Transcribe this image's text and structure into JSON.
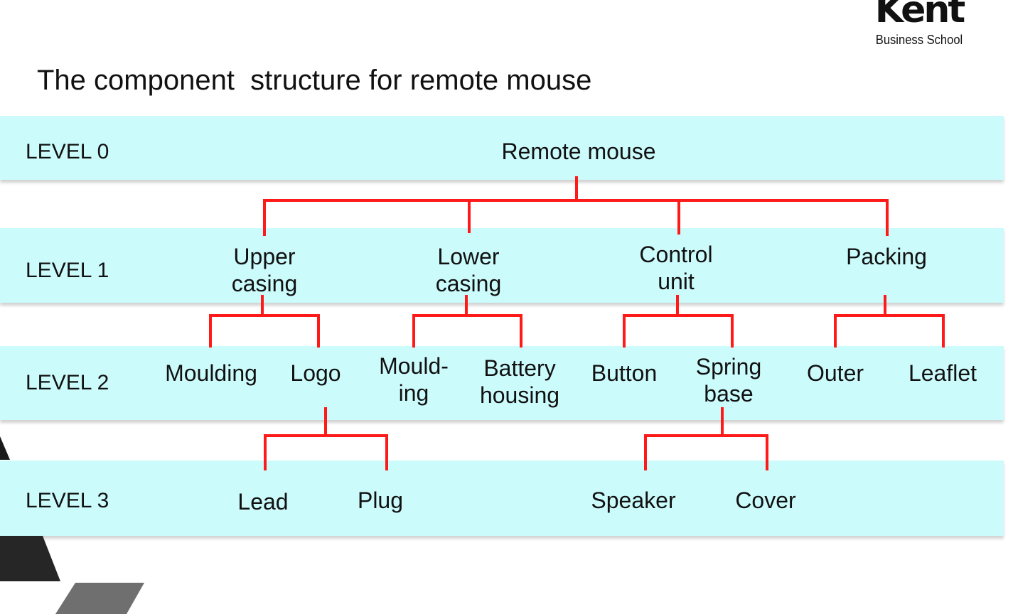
{
  "logo": {
    "word": "Kent",
    "subtitle": "Business School"
  },
  "title": "The component  structure for remote mouse",
  "levels": [
    "LEVEL 0",
    "LEVEL 1",
    "LEVEL 2",
    "LEVEL 3"
  ],
  "nodes": {
    "remote_mouse": "Remote mouse",
    "upper_casing": "Upper\ncasing",
    "lower_casing": "Lower\ncasing",
    "control_unit": "Control\nunit",
    "packing": "Packing",
    "moulding": "Moulding",
    "logo": "Logo",
    "moulding_ing": "Mould-\ning",
    "battery_housing": "Battery\nhousing",
    "button": "Button",
    "spring_base": "Spring\nbase",
    "outer": "Outer",
    "leaflet": "Leaflet",
    "lead": "Lead",
    "plug": "Plug",
    "speaker": "Speaker",
    "cover": "Cover"
  },
  "colors": {
    "band": "#ccfbfc",
    "connector": "#ff1a1a",
    "text": "#111111"
  }
}
